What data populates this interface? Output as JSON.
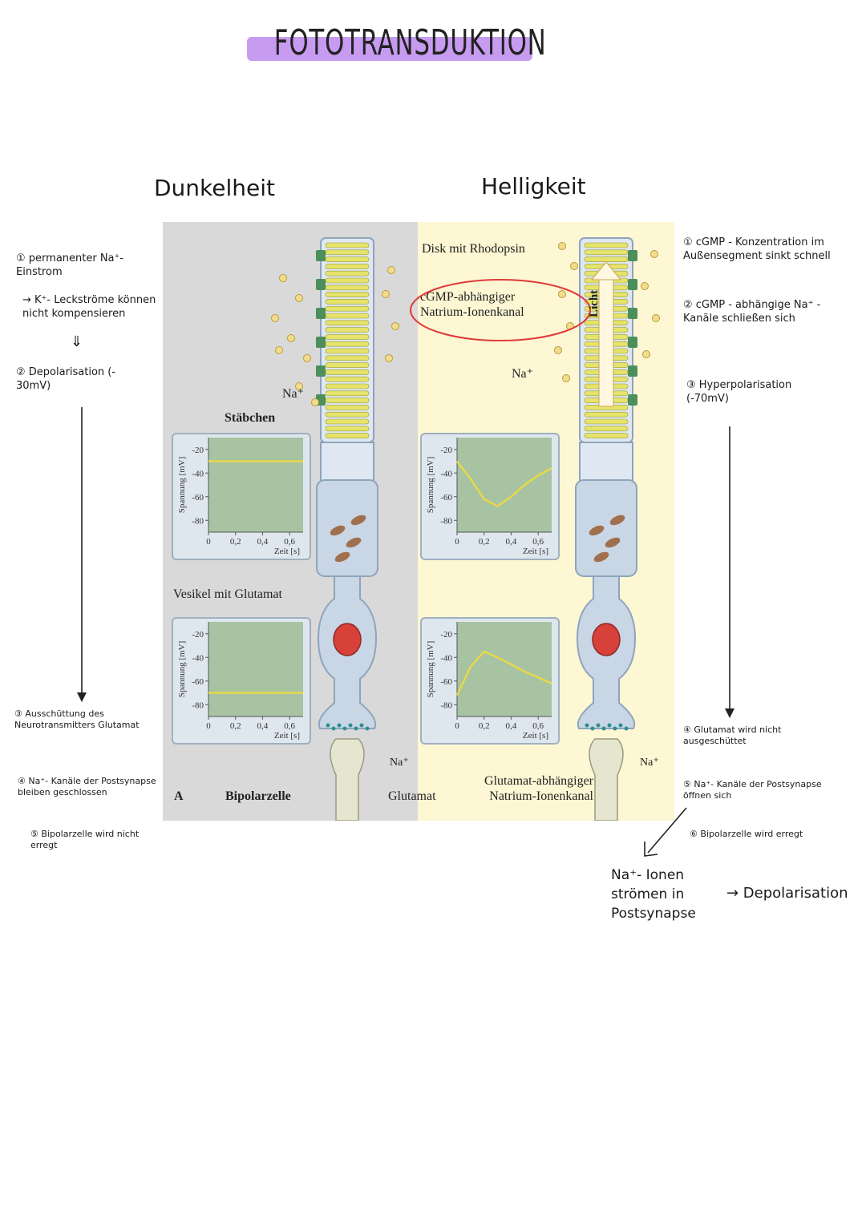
{
  "title": "FOTOTRANSDUKTION",
  "headings": {
    "dark": "Dunkelheit",
    "light": "Helligkeit"
  },
  "left_notes": {
    "n1": "① permanenter Na⁺- Einstrom",
    "n1b": "→ K⁺- Leckströme können nicht kompensieren",
    "n2": "② Depolarisation (- 30mV)",
    "n3": "③ Ausschüttung des Neurotransmitters Glutamat",
    "n4": "④ Na⁺- Kanäle der Postsynapse bleiben geschlossen",
    "n5": "⑤ Bipolarzelle wird nicht erregt"
  },
  "right_notes": {
    "n1": "① cGMP - Konzentration im Außensegment sinkt schnell",
    "n2": "② cGMP - abhängige Na⁺ - Kanäle schließen sich",
    "n3": "③ Hyperpolarisation (-70mV)",
    "n4": "④ Glutamat wird nicht ausgeschüttet",
    "n5": "⑤ Na⁺- Kanäle der Postsynapse öffnen sich",
    "n6": "⑥ Bipolarzelle wird erregt",
    "n7": "Na⁺- Ionen strömen in Postsynapse",
    "n8": "→ Depolarisation"
  },
  "figure_labels": {
    "disk": "Disk mit Rhodopsin",
    "cgmp_channel": "cGMP-abhängiger Natrium-Ionenkanal",
    "na": "Na⁺",
    "staebchen": "Stäbchen",
    "licht": "Licht",
    "vesikel": "Vesikel mit Glutamat",
    "bipolar": "Bipolarzelle",
    "panel": "A",
    "glutamat": "Glutamat",
    "glu_channel": "Glutamat-abhängiger Natrium-Ionenkanal",
    "ylabel": "Spannung [mV]",
    "xlabel": "Zeit [s]",
    "yticks": [
      "-20",
      "-40",
      "-60",
      "-80"
    ],
    "xticks": [
      "0",
      "0,2",
      "0,4",
      "0,6"
    ]
  },
  "colors": {
    "dark_bg": "#d9d9d9",
    "light_bg": "#fdf7d4",
    "plot_bg": "#a7c3a2",
    "trace": "#e8d84a",
    "highlight": "#c79cf0",
    "circle_annotation": "#e03a3a",
    "nucleus": "#d8403a"
  },
  "chart_data": [
    {
      "type": "line",
      "name": "Stäbchen Dunkelheit",
      "xlabel": "Zeit [s]",
      "ylabel": "Spannung [mV]",
      "ylim": [
        -90,
        -10
      ],
      "xlim": [
        0,
        0.7
      ],
      "x": [
        0,
        0.7
      ],
      "y": [
        -30,
        -30
      ]
    },
    {
      "type": "line",
      "name": "Stäbchen Helligkeit",
      "xlabel": "Zeit [s]",
      "ylabel": "Spannung [mV]",
      "ylim": [
        -90,
        -10
      ],
      "xlim": [
        0,
        0.7
      ],
      "x": [
        0,
        0.1,
        0.2,
        0.3,
        0.4,
        0.5,
        0.6,
        0.7
      ],
      "y": [
        -30,
        -45,
        -62,
        -68,
        -60,
        -50,
        -42,
        -36
      ]
    },
    {
      "type": "line",
      "name": "Bipolarzelle Dunkelheit",
      "xlabel": "Zeit [s]",
      "ylabel": "Spannung [mV]",
      "ylim": [
        -90,
        -10
      ],
      "xlim": [
        0,
        0.7
      ],
      "x": [
        0,
        0.7
      ],
      "y": [
        -70,
        -70
      ]
    },
    {
      "type": "line",
      "name": "Bipolarzelle Helligkeit",
      "xlabel": "Zeit [s]",
      "ylabel": "Spannung [mV]",
      "ylim": [
        -90,
        -10
      ],
      "xlim": [
        0,
        0.7
      ],
      "x": [
        0,
        0.1,
        0.2,
        0.3,
        0.4,
        0.5,
        0.6,
        0.7
      ],
      "y": [
        -72,
        -48,
        -35,
        -40,
        -46,
        -52,
        -57,
        -62
      ]
    }
  ]
}
